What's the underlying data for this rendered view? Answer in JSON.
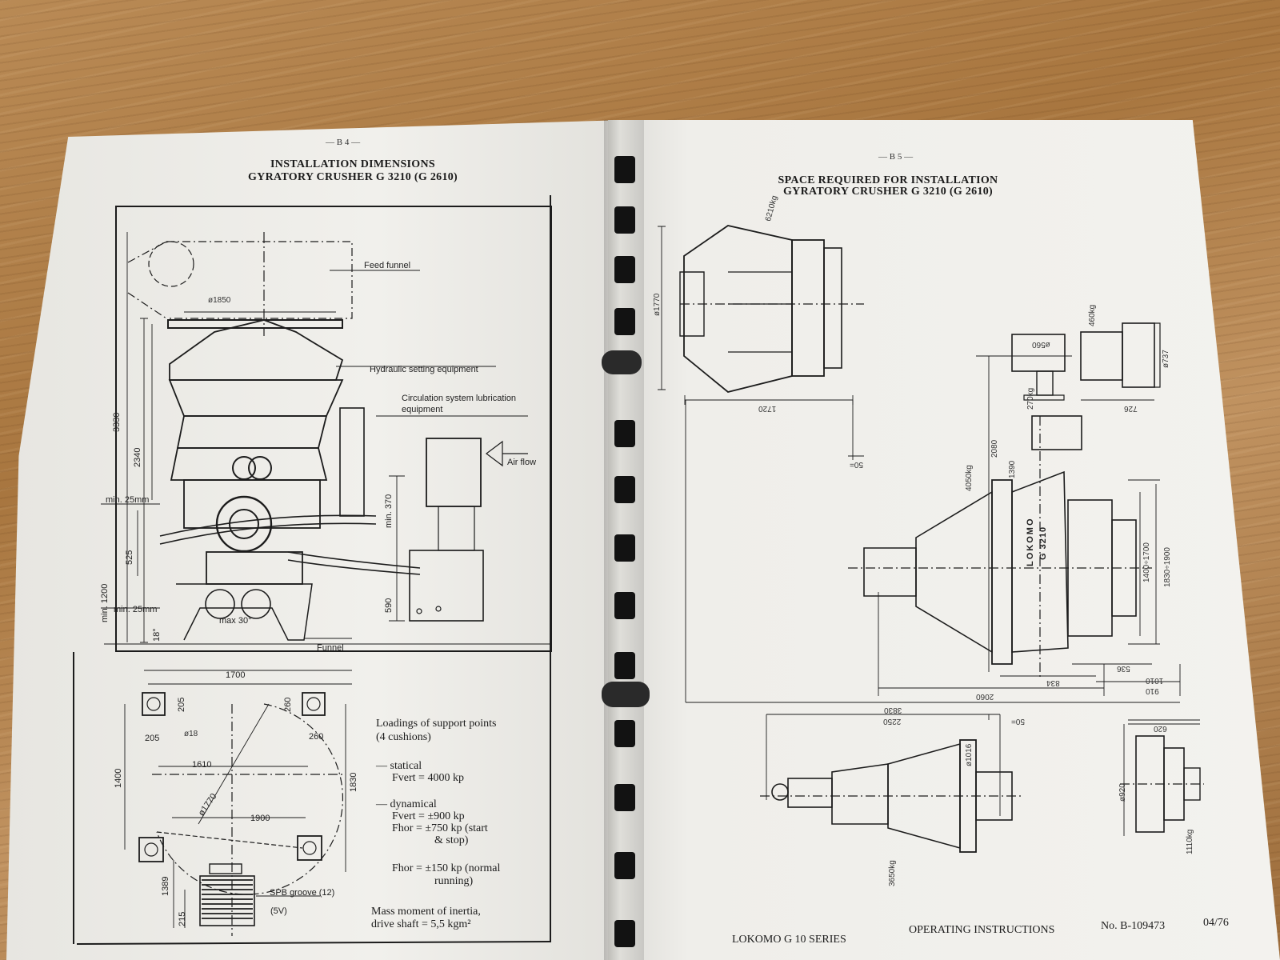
{
  "left_page": {
    "page_number": "— B 4 —",
    "title_line1": "INSTALLATION DIMENSIONS",
    "title_line2": "GYRATORY CRUSHER G 3210 (G 2610)",
    "labels": {
      "feed_funnel": "Feed funnel",
      "hydraulic": "Hydraulic setting equipment",
      "circulation1": "Circulation system lubrication",
      "circulation2": "equipment",
      "air_flow": "Air flow",
      "funnel": "Funnel",
      "spb_groove": "SPB groove (12)",
      "five_v": "(5V)"
    },
    "dimensions": {
      "d1850": "ø1850",
      "d3330": "3330",
      "d2340": "2340",
      "min25a": "min. 25mm",
      "min25b": "min. 25mm",
      "d525": "525",
      "min1200": "min. 1200",
      "min370": "min. 370",
      "d590": "590",
      "max30": "max 30°",
      "d18deg": "18°",
      "d1700": "1700",
      "d205a": "205",
      "d205b": "205",
      "d260a": "260",
      "d260b": "260",
      "phi18": "ø18",
      "d1610": "1610",
      "d1400": "1400",
      "d1830": "1830",
      "phi1770": "ø1770",
      "d1900": "1900",
      "d1389": "1389",
      "d215": "215"
    },
    "loadings": {
      "heading1": "Loadings of support points",
      "heading2": "(4 cushions)",
      "statical": "— statical",
      "statical_val": "Fvert = 4000 kp",
      "dynamical": "— dynamical",
      "dyn_vert": "Fvert = ±900 kp",
      "dyn_hor1": "Fhor = ±750 kp (start",
      "dyn_hor1b": "& stop)",
      "dyn_hor2": "Fhor = ±150 kp (normal",
      "dyn_hor2b": "running)",
      "mass1": "Mass moment of inertia,",
      "mass2": "drive shaft = 5,5 kgm²"
    }
  },
  "right_page": {
    "page_number": "— B 5 —",
    "title_line1": "SPACE REQUIRED FOR INSTALLATION",
    "title_line2": "GYRATORY CRUSHER G 3210 (G 2610)",
    "dimensions": {
      "w6210": "6210kg",
      "phi1770": "ø1770",
      "d1720": "1720",
      "d50a": "50=",
      "w460": "460kg",
      "phi560": "ø560",
      "phi737": "ø737",
      "d726": "726",
      "w270": "270kg",
      "d2080": "2080",
      "d1390": "1390",
      "w4050": "4050kg",
      "d1400_1700": "1400÷1700",
      "d1830_1900": "1830÷1900",
      "d536": "536",
      "d834": "834",
      "d1010": "1010",
      "d2060": "2060",
      "d3830": "3830",
      "d2250": "2250",
      "d50b": "50=",
      "d910": "910",
      "d620": "620",
      "phi1016": "ø1016",
      "phi920": "ø920",
      "w3650": "3650kg",
      "w1110": "1110kg",
      "brand": "LOKOMO",
      "model": "G 3210"
    },
    "footer": {
      "series": "LOKOMO G 10 SERIES",
      "instructions": "OPERATING INSTRUCTIONS",
      "doc_no": "No. B-109473",
      "date": "04/76"
    }
  }
}
